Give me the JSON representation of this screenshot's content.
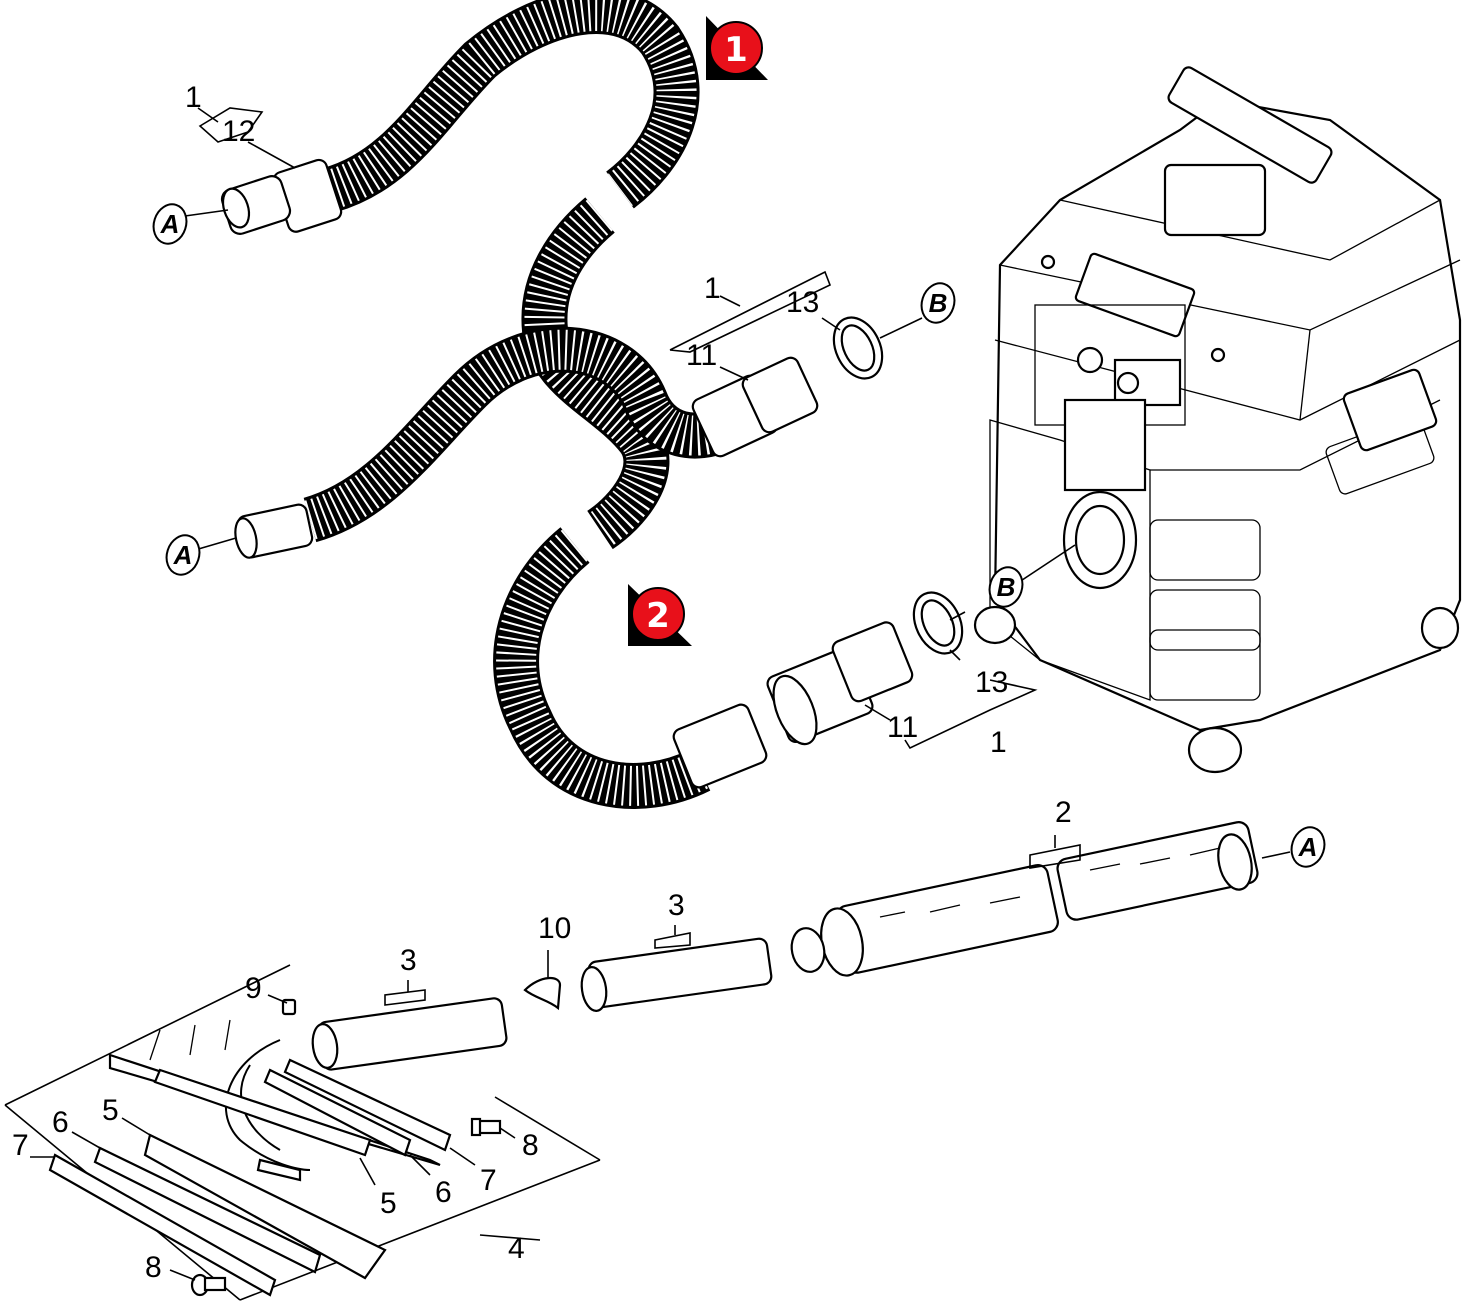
{
  "badges": [
    {
      "id": "badge-1",
      "number": "1",
      "color": "#e8101a"
    },
    {
      "id": "badge-2",
      "number": "2",
      "color": "#e8101a"
    }
  ],
  "labels": {
    "hose1_group": "1",
    "hose1_part": "12",
    "hose2_group": "1",
    "hose2_part_adapter": "11",
    "hose2_part_ring": "13",
    "hose3_part_adapter": "11",
    "hose3_part_ring": "13",
    "hose3_group": "1",
    "tube_main": "2",
    "tube_ext_a": "3",
    "tube_ext_b": "3",
    "clip": "10",
    "cap_screw": "9",
    "nozzle_set": "4",
    "strip5_left": "5",
    "strip6_left": "6",
    "strip7_left": "7",
    "strip5_right": "5",
    "strip6_right": "6",
    "strip7_right": "7",
    "screw8_right": "8",
    "screw8_bottom": "8"
  },
  "refs": {
    "a_hose1": "A",
    "a_hose2": "A",
    "a_tube": "A",
    "b_hose2": "B",
    "b_machine": "B"
  }
}
